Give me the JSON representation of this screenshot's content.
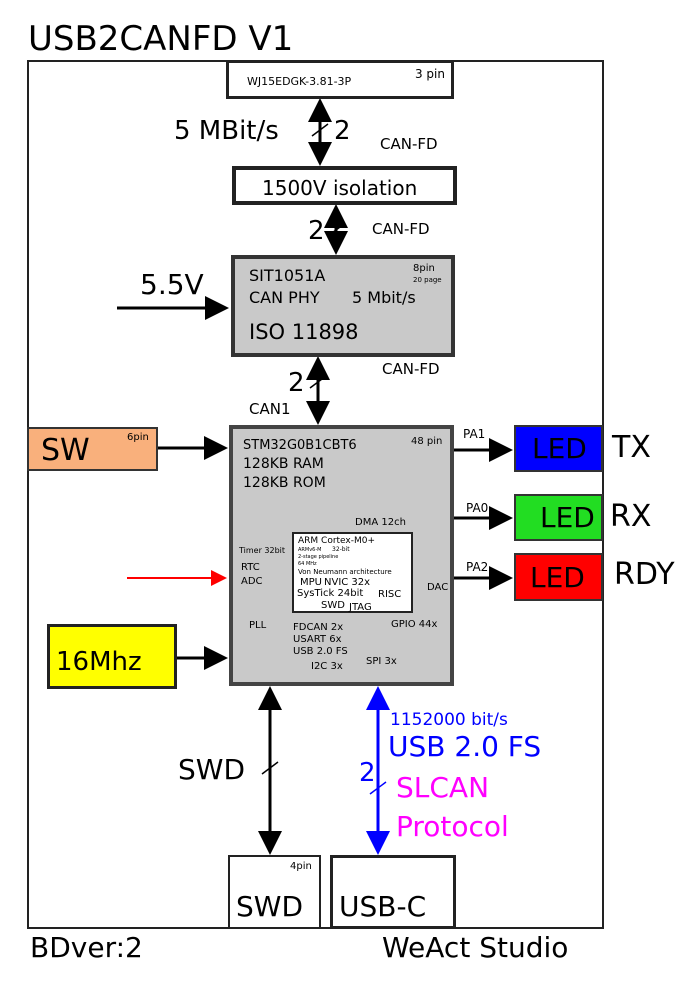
{
  "title": "USB2CANFD V1",
  "footer": {
    "version": "BDver:2",
    "brand": "WeAct Studio"
  },
  "connector": {
    "part": "WJ15EDGK-3.81-3P",
    "pins": "3 pin",
    "rate": "5 MBit/s",
    "lines": "2",
    "bus": "CAN-FD"
  },
  "isolation": {
    "label": "1500V isolation",
    "lines": "2",
    "bus": "CAN-FD"
  },
  "phy": {
    "part": "SIT1051A",
    "type": "CAN PHY",
    "rate": "5 Mbit/s",
    "std": "ISO 11898",
    "pins": "8pin",
    "pages": "20 page",
    "supply": "5.5V",
    "lines": "2",
    "bus": "CAN-FD",
    "port": "CAN1"
  },
  "mcu": {
    "part": "STM32G0B1CBT6",
    "ram": "128KB RAM",
    "rom": "128KB ROM",
    "pins": "48 pin",
    "dma": "DMA 12ch",
    "timer": "Timer 32bit",
    "rtc": "RTC",
    "adc": "ADC",
    "dac": "DAC",
    "pll": "PLL",
    "fdcan": "FDCAN 2x",
    "usart": "USART 6x",
    "usb": "USB 2.0 FS",
    "i2c": "I2C 3x",
    "spi": "SPI 3x",
    "gpio": "GPIO 44x",
    "core": {
      "name": "ARM Cortex-M0+",
      "arch": "ARMv6-M",
      "bits": "32-bit",
      "pipeline": "2-stage pipeline",
      "freq": "64 MHz",
      "vn": "Von Neumann architecture",
      "mpu": "MPU",
      "nvic": "NVIC 32x",
      "systick": "SysTick 24bit",
      "risc": "RISC",
      "swd": "SWD",
      "jtag": "JTAG"
    }
  },
  "sw": {
    "label": "SW",
    "pins": "6pin"
  },
  "osc": {
    "label": "16Mhz"
  },
  "leds": [
    {
      "label": "LED",
      "pin": "PA1",
      "name": "TX",
      "color": "#0000ff"
    },
    {
      "label": "LED",
      "pin": "PA0",
      "name": "RX",
      "color": "#22dd22"
    },
    {
      "label": "LED",
      "pin": "PA2",
      "name": "RDY",
      "color": "#ff0000"
    }
  ],
  "swd": {
    "label": "SWD",
    "box": "SWD",
    "pins": "4pin"
  },
  "usb": {
    "box": "USB-C",
    "rate": "1152000 bit/s",
    "std": "USB 2.0 FS",
    "lines": "2",
    "proto1": "SLCAN",
    "proto2": "Protocol"
  }
}
